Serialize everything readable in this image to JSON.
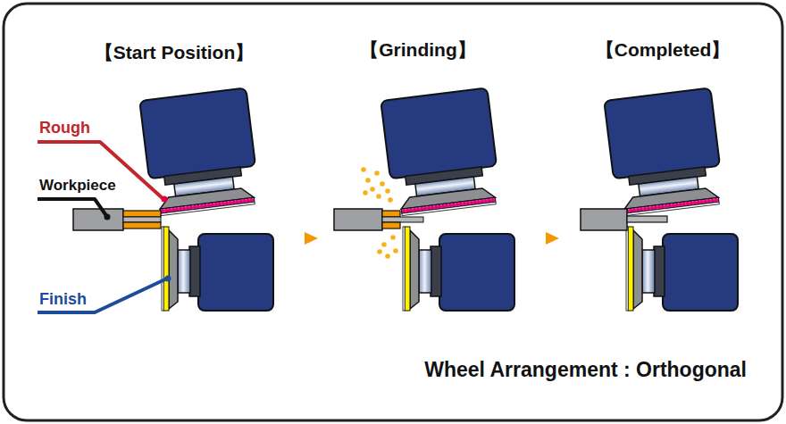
{
  "diagram": {
    "caption": "Wheel Arrangement : Orthogonal",
    "labels": [
      "【Start Position】",
      "【Grinding】",
      "【Completed】",
      "Rough",
      "Workpiece",
      "Finish"
    ]
  }
}
